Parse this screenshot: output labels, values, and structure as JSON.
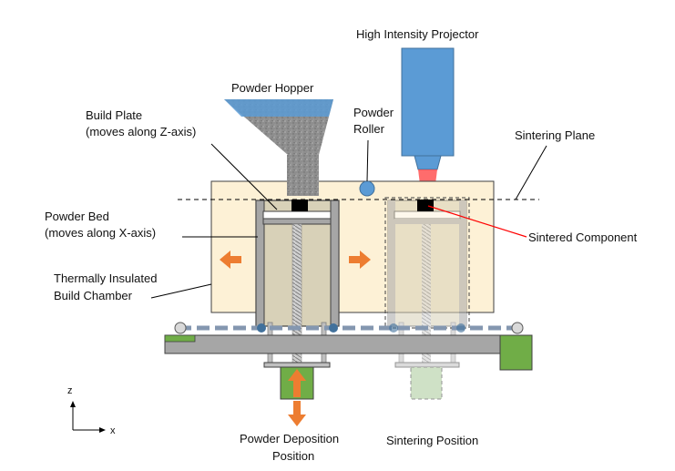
{
  "labels": {
    "projector": "High Intensity Projector",
    "hopper": "Powder Hopper",
    "build_plate_1": "Build Plate",
    "build_plate_2": "(moves along Z-axis)",
    "roller_1": "Powder",
    "roller_2": "Roller",
    "sintering_plane": "Sintering Plane",
    "powder_bed_1": "Powder Bed",
    "powder_bed_2": "(moves along X-axis)",
    "sintered_component": "Sintered Component",
    "chamber_1": "Thermally Insulated",
    "chamber_2": "Build Chamber",
    "deposition_1": "Powder Deposition",
    "deposition_2": "Position",
    "sintering_position": "Sintering Position",
    "axis_z": "z",
    "axis_x": "x"
  },
  "colors": {
    "projector_blue": "#5b9bd5",
    "chamber_fill": "#fdf1d6",
    "arrow_orange": "#ed7d31",
    "motor_green": "#70ad47",
    "beam_red": "#ff3b3b",
    "frame_gray": "#a6a6a6",
    "hopper_gray": "#8c8c8c",
    "roller_blue": "#5b9bd5"
  }
}
